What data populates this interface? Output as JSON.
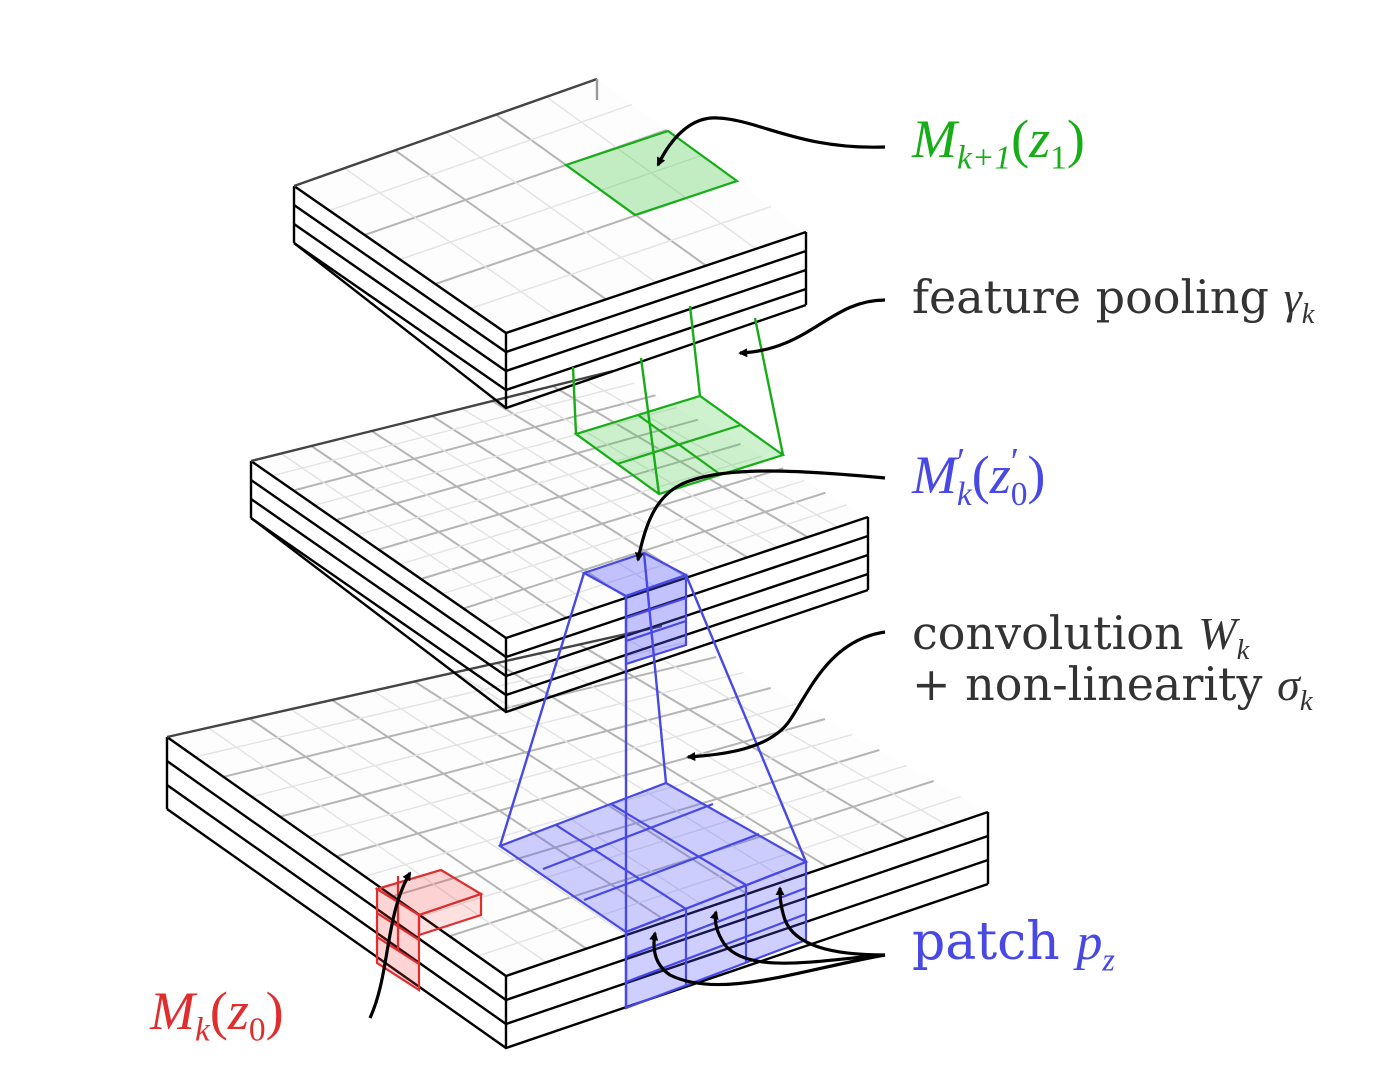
{
  "labels": {
    "m_k1_z1": {
      "base": "M",
      "sub": "k+1",
      "open": "(",
      "arg": "z",
      "arg_sub": "1",
      "close": ")"
    },
    "feature_pooling": {
      "text": "feature pooling ",
      "sym": "γ",
      "sub": "k"
    },
    "m_k_prime": {
      "base": "M",
      "prime": "′",
      "sub": "k",
      "open": "(",
      "arg": "z",
      "arg_prime": "′",
      "arg_sub": "0",
      "close": ")"
    },
    "convolution": {
      "text": "convolution ",
      "sym": "W",
      "sub": "k"
    },
    "nonlinearity": {
      "text": "+ non-linearity ",
      "sym": "σ",
      "sub": "k"
    },
    "patch": {
      "text": "patch ",
      "sym": "p",
      "sub": "z"
    },
    "m_k_z0": {
      "base": "M",
      "sub": "k",
      "open": "(",
      "arg": "z",
      "arg_sub": "0",
      "close": ")"
    }
  },
  "colors": {
    "green": "#17ad17",
    "blue": "#4848e6",
    "red": "#e02d2d",
    "outline": "#000000",
    "grid": "#b5b5b5",
    "text": "#333333"
  },
  "layers": [
    {
      "name": "top-layer",
      "grid": 3,
      "slabs": 4
    },
    {
      "name": "middle-layer",
      "grid": 6,
      "slabs": 4
    },
    {
      "name": "bottom-layer",
      "grid": 6,
      "slabs": 4
    }
  ]
}
